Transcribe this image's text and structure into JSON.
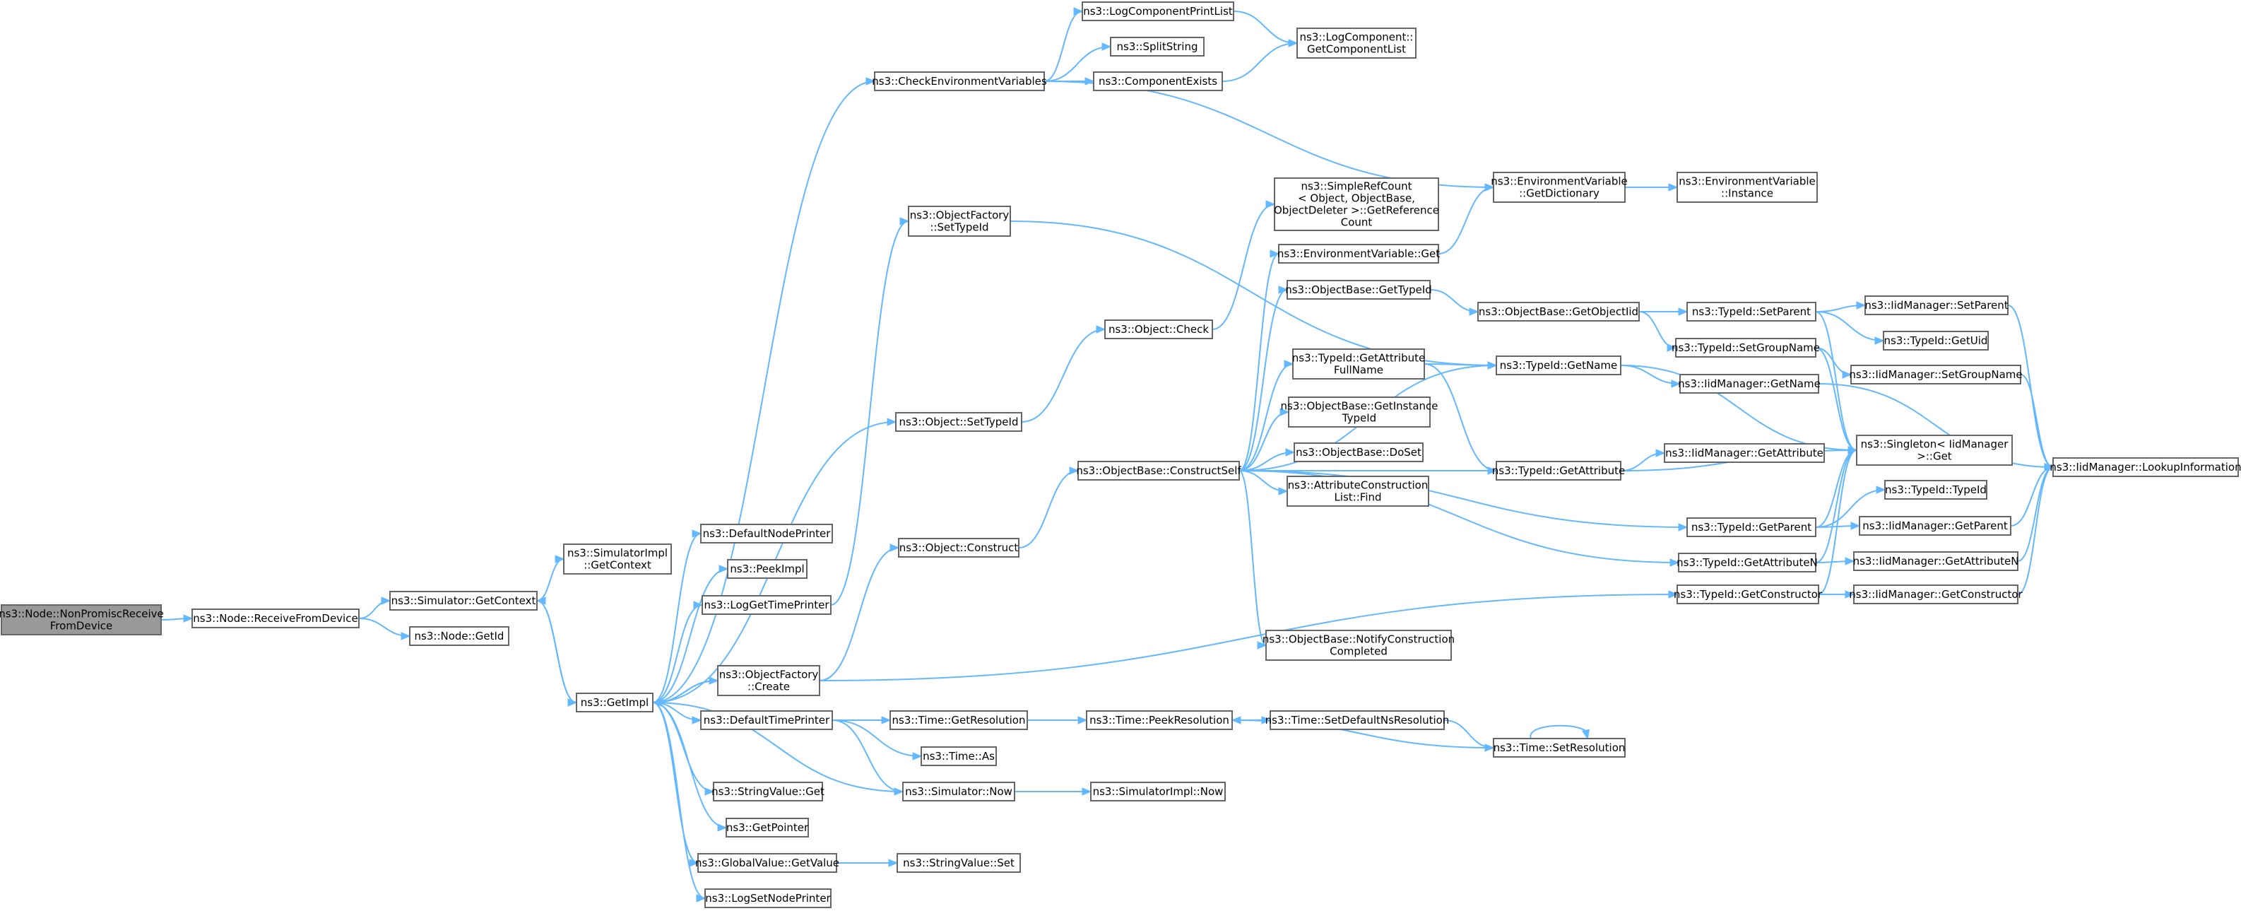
{
  "graph": {
    "nodes": [
      {
        "id": "root",
        "lines": [
          "ns3::Node::NonPromiscReceive",
          "FromDevice"
        ],
        "highlight": true
      },
      {
        "id": "receiveFromDevice",
        "lines": [
          "ns3::Node::ReceiveFromDevice"
        ]
      },
      {
        "id": "getContext",
        "lines": [
          "ns3::Simulator::GetContext"
        ]
      },
      {
        "id": "nodeGetId",
        "lines": [
          "ns3::Node::GetId"
        ]
      },
      {
        "id": "simImplGetContext",
        "lines": [
          "ns3::SimulatorImpl",
          "::GetContext"
        ]
      },
      {
        "id": "getImpl",
        "lines": [
          "ns3::GetImpl"
        ]
      },
      {
        "id": "defaultNodePrinter",
        "lines": [
          "ns3::DefaultNodePrinter"
        ]
      },
      {
        "id": "peekImpl",
        "lines": [
          "ns3::PeekImpl"
        ]
      },
      {
        "id": "logGetTimePrinter",
        "lines": [
          "ns3::LogGetTimePrinter"
        ]
      },
      {
        "id": "objFactoryCreate",
        "lines": [
          "ns3::ObjectFactory",
          "::Create"
        ]
      },
      {
        "id": "defaultTimePrinter",
        "lines": [
          "ns3::DefaultTimePrinter"
        ]
      },
      {
        "id": "stringValueGet",
        "lines": [
          "ns3::StringValue::Get"
        ]
      },
      {
        "id": "getPointer",
        "lines": [
          "ns3::GetPointer"
        ]
      },
      {
        "id": "globalValueGetValue",
        "lines": [
          "ns3::GlobalValue::GetValue"
        ]
      },
      {
        "id": "logSetNodePrinter",
        "lines": [
          "ns3::LogSetNodePrinter"
        ]
      },
      {
        "id": "checkEnvVars",
        "lines": [
          "ns3::CheckEnvironmentVariables"
        ]
      },
      {
        "id": "objFactorySetTypeId",
        "lines": [
          "ns3::ObjectFactory",
          "::SetTypeId"
        ]
      },
      {
        "id": "objectSetTypeId",
        "lines": [
          "ns3::Object::SetTypeId"
        ]
      },
      {
        "id": "objectConstruct",
        "lines": [
          "ns3::Object::Construct"
        ]
      },
      {
        "id": "timeGetResolution",
        "lines": [
          "ns3::Time::GetResolution"
        ]
      },
      {
        "id": "timeAs",
        "lines": [
          "ns3::Time::As"
        ]
      },
      {
        "id": "simulatorNow",
        "lines": [
          "ns3::Simulator::Now"
        ]
      },
      {
        "id": "stringValueSet",
        "lines": [
          "ns3::StringValue::Set"
        ]
      },
      {
        "id": "logComponentPrintList",
        "lines": [
          "ns3::LogComponentPrintList"
        ]
      },
      {
        "id": "splitString",
        "lines": [
          "ns3::SplitString"
        ]
      },
      {
        "id": "componentExists",
        "lines": [
          "ns3::ComponentExists"
        ]
      },
      {
        "id": "objectCheck",
        "lines": [
          "ns3::Object::Check"
        ]
      },
      {
        "id": "objBaseConstructSelf",
        "lines": [
          "ns3::ObjectBase::ConstructSelf"
        ]
      },
      {
        "id": "timePeekResolution",
        "lines": [
          "ns3::Time::PeekResolution"
        ]
      },
      {
        "id": "simImplNow",
        "lines": [
          "ns3::SimulatorImpl::Now"
        ]
      },
      {
        "id": "logCompGetList",
        "lines": [
          "ns3::LogComponent::",
          "GetComponentList"
        ]
      },
      {
        "id": "simpleRefCountGetRef",
        "lines": [
          "ns3::SimpleRefCount",
          "< Object, ObjectBase,",
          "ObjectDeleter >::GetReference",
          "Count"
        ]
      },
      {
        "id": "envVarGet",
        "lines": [
          "ns3::EnvironmentVariable::Get"
        ]
      },
      {
        "id": "objBaseGetTypeId",
        "lines": [
          "ns3::ObjectBase::GetTypeId"
        ]
      },
      {
        "id": "typeIdGetAttrFullName",
        "lines": [
          "ns3::TypeId::GetAttribute",
          "FullName"
        ]
      },
      {
        "id": "objBaseGetInstanceTypeId",
        "lines": [
          "ns3::ObjectBase::GetInstance",
          "TypeId"
        ]
      },
      {
        "id": "objBaseDoSet",
        "lines": [
          "ns3::ObjectBase::DoSet"
        ]
      },
      {
        "id": "attrConstructionListFind",
        "lines": [
          "ns3::AttributeConstruction",
          "List::Find"
        ]
      },
      {
        "id": "objBaseNotifyConstructionCompleted",
        "lines": [
          "ns3::ObjectBase::NotifyConstruction",
          "Completed"
        ]
      },
      {
        "id": "timeSetDefaultNsResolution",
        "lines": [
          "ns3::Time::SetDefaultNsResolution"
        ]
      },
      {
        "id": "envVarGetDictionary",
        "lines": [
          "ns3::EnvironmentVariable",
          "::GetDictionary"
        ]
      },
      {
        "id": "objBaseGetObjectIid",
        "lines": [
          "ns3::ObjectBase::GetObjectIid"
        ]
      },
      {
        "id": "typeIdGetName",
        "lines": [
          "ns3::TypeId::GetName"
        ]
      },
      {
        "id": "typeIdGetAttribute",
        "lines": [
          "ns3::TypeId::GetAttribute"
        ]
      },
      {
        "id": "timeSetResolution",
        "lines": [
          "ns3::Time::SetResolution"
        ]
      },
      {
        "id": "envVarInstance",
        "lines": [
          "ns3::EnvironmentVariable",
          "::Instance"
        ]
      },
      {
        "id": "typeIdSetParent",
        "lines": [
          "ns3::TypeId::SetParent"
        ]
      },
      {
        "id": "typeIdSetGroupName",
        "lines": [
          "ns3::TypeId::SetGroupName"
        ]
      },
      {
        "id": "iidMgrGetName",
        "lines": [
          "ns3::IidManager::GetName"
        ]
      },
      {
        "id": "iidMgrGetAttribute",
        "lines": [
          "ns3::IidManager::GetAttribute"
        ]
      },
      {
        "id": "typeIdGetParent",
        "lines": [
          "ns3::TypeId::GetParent"
        ]
      },
      {
        "id": "typeIdGetAttributeN",
        "lines": [
          "ns3::TypeId::GetAttributeN"
        ]
      },
      {
        "id": "typeIdGetConstructor",
        "lines": [
          "ns3::TypeId::GetConstructor"
        ]
      },
      {
        "id": "iidMgrSetParent",
        "lines": [
          "ns3::IidManager::SetParent"
        ]
      },
      {
        "id": "typeIdGetUid",
        "lines": [
          "ns3::TypeId::GetUid"
        ]
      },
      {
        "id": "iidMgrSetGroupName",
        "lines": [
          "ns3::IidManager::SetGroupName"
        ]
      },
      {
        "id": "singletonIidMgrGet",
        "lines": [
          "ns3::Singleton< IidManager",
          " >::Get"
        ]
      },
      {
        "id": "typeIdTypeId",
        "lines": [
          "ns3::TypeId::TypeId"
        ]
      },
      {
        "id": "iidMgrGetParent",
        "lines": [
          "ns3::IidManager::GetParent"
        ]
      },
      {
        "id": "iidMgrGetAttributeN",
        "lines": [
          "ns3::IidManager::GetAttributeN"
        ]
      },
      {
        "id": "iidMgrGetConstructor",
        "lines": [
          "ns3::IidManager::GetConstructor"
        ]
      },
      {
        "id": "iidMgrLookupInformation",
        "lines": [
          "ns3::IidManager::LookupInformation"
        ]
      }
    ],
    "edges": [
      [
        "root",
        "receiveFromDevice"
      ],
      [
        "receiveFromDevice",
        "getContext"
      ],
      [
        "receiveFromDevice",
        "nodeGetId"
      ],
      [
        "getContext",
        "simImplGetContext"
      ],
      [
        "getContext",
        "getImpl"
      ],
      [
        "getImpl",
        "defaultNodePrinter"
      ],
      [
        "getImpl",
        "peekImpl"
      ],
      [
        "getImpl",
        "logGetTimePrinter"
      ],
      [
        "getImpl",
        "objFactoryCreate"
      ],
      [
        "getImpl",
        "defaultTimePrinter"
      ],
      [
        "getImpl",
        "stringValueGet"
      ],
      [
        "getImpl",
        "getPointer"
      ],
      [
        "getImpl",
        "globalValueGetValue"
      ],
      [
        "getImpl",
        "logSetNodePrinter"
      ],
      [
        "getImpl",
        "checkEnvVars"
      ],
      [
        "getImpl",
        "getContext"
      ],
      [
        "getImpl",
        "objectSetTypeId"
      ],
      [
        "logGetTimePrinter",
        "objFactorySetTypeId"
      ],
      [
        "objFactoryCreate",
        "objectConstruct"
      ],
      [
        "objFactoryCreate",
        "typeIdGetConstructor"
      ],
      [
        "objFactoryCreate",
        "getImpl"
      ],
      [
        "objFactorySetTypeId",
        "typeIdGetName"
      ],
      [
        "objectSetTypeId",
        "objectCheck"
      ],
      [
        "objectConstruct",
        "objBaseConstructSelf"
      ],
      [
        "defaultTimePrinter",
        "timeGetResolution"
      ],
      [
        "defaultTimePrinter",
        "timeAs"
      ],
      [
        "defaultTimePrinter",
        "simulatorNow"
      ],
      [
        "simulatorNow",
        "getImpl"
      ],
      [
        "simulatorNow",
        "simImplNow"
      ],
      [
        "globalValueGetValue",
        "stringValueSet"
      ],
      [
        "timeGetResolution",
        "timePeekResolution"
      ],
      [
        "checkEnvVars",
        "logComponentPrintList"
      ],
      [
        "checkEnvVars",
        "splitString"
      ],
      [
        "checkEnvVars",
        "componentExists"
      ],
      [
        "checkEnvVars",
        "envVarGetDictionary"
      ],
      [
        "logComponentPrintList",
        "logCompGetList"
      ],
      [
        "componentExists",
        "logCompGetList"
      ],
      [
        "objectCheck",
        "simpleRefCountGetRef"
      ],
      [
        "objBaseConstructSelf",
        "envVarGet"
      ],
      [
        "objBaseConstructSelf",
        "objBaseGetTypeId"
      ],
      [
        "objBaseConstructSelf",
        "typeIdGetName"
      ],
      [
        "objBaseConstructSelf",
        "typeIdGetAttrFullName"
      ],
      [
        "objBaseConstructSelf",
        "objBaseGetInstanceTypeId"
      ],
      [
        "objBaseConstructSelf",
        "objBaseDoSet"
      ],
      [
        "objBaseConstructSelf",
        "attrConstructionListFind"
      ],
      [
        "objBaseConstructSelf",
        "typeIdGetAttribute"
      ],
      [
        "objBaseConstructSelf",
        "typeIdGetParent"
      ],
      [
        "objBaseConstructSelf",
        "typeIdGetAttributeN"
      ],
      [
        "objBaseConstructSelf",
        "objBaseNotifyConstructionCompleted"
      ],
      [
        "envVarGet",
        "envVarGetDictionary"
      ],
      [
        "envVarGetDictionary",
        "envVarInstance"
      ],
      [
        "objBaseGetTypeId",
        "objBaseGetObjectIid"
      ],
      [
        "objBaseGetObjectIid",
        "typeIdSetParent"
      ],
      [
        "objBaseGetObjectIid",
        "typeIdSetGroupName"
      ],
      [
        "typeIdGetAttrFullName",
        "typeIdGetName"
      ],
      [
        "typeIdGetAttrFullName",
        "typeIdGetAttribute"
      ],
      [
        "typeIdGetName",
        "iidMgrGetName"
      ],
      [
        "typeIdGetName",
        "singletonIidMgrGet"
      ],
      [
        "typeIdGetAttribute",
        "iidMgrGetAttribute"
      ],
      [
        "typeIdGetAttribute",
        "singletonIidMgrGet"
      ],
      [
        "typeIdSetParent",
        "iidMgrSetParent"
      ],
      [
        "typeIdSetParent",
        "typeIdGetUid"
      ],
      [
        "typeIdSetParent",
        "singletonIidMgrGet"
      ],
      [
        "typeIdSetGroupName",
        "iidMgrSetGroupName"
      ],
      [
        "typeIdSetGroupName",
        "singletonIidMgrGet"
      ],
      [
        "typeIdGetParent",
        "typeIdTypeId"
      ],
      [
        "typeIdGetParent",
        "iidMgrGetParent"
      ],
      [
        "typeIdGetParent",
        "singletonIidMgrGet"
      ],
      [
        "typeIdGetAttributeN",
        "iidMgrGetAttributeN"
      ],
      [
        "typeIdGetAttributeN",
        "singletonIidMgrGet"
      ],
      [
        "typeIdGetConstructor",
        "iidMgrGetConstructor"
      ],
      [
        "typeIdGetConstructor",
        "singletonIidMgrGet"
      ],
      [
        "iidMgrSetParent",
        "iidMgrLookupInformation"
      ],
      [
        "iidMgrSetGroupName",
        "iidMgrLookupInformation"
      ],
      [
        "iidMgrGetName",
        "iidMgrLookupInformation"
      ],
      [
        "iidMgrGetParent",
        "iidMgrLookupInformation"
      ],
      [
        "iidMgrGetAttributeN",
        "iidMgrLookupInformation"
      ],
      [
        "iidMgrGetConstructor",
        "iidMgrLookupInformation"
      ],
      [
        "timePeekResolution",
        "timeSetDefaultNsResolution"
      ],
      [
        "timeSetDefaultNsResolution",
        "timeSetResolution"
      ],
      [
        "timeSetResolution",
        "timePeekResolution"
      ],
      [
        "timeSetResolution",
        "timeSetResolution"
      ]
    ]
  }
}
